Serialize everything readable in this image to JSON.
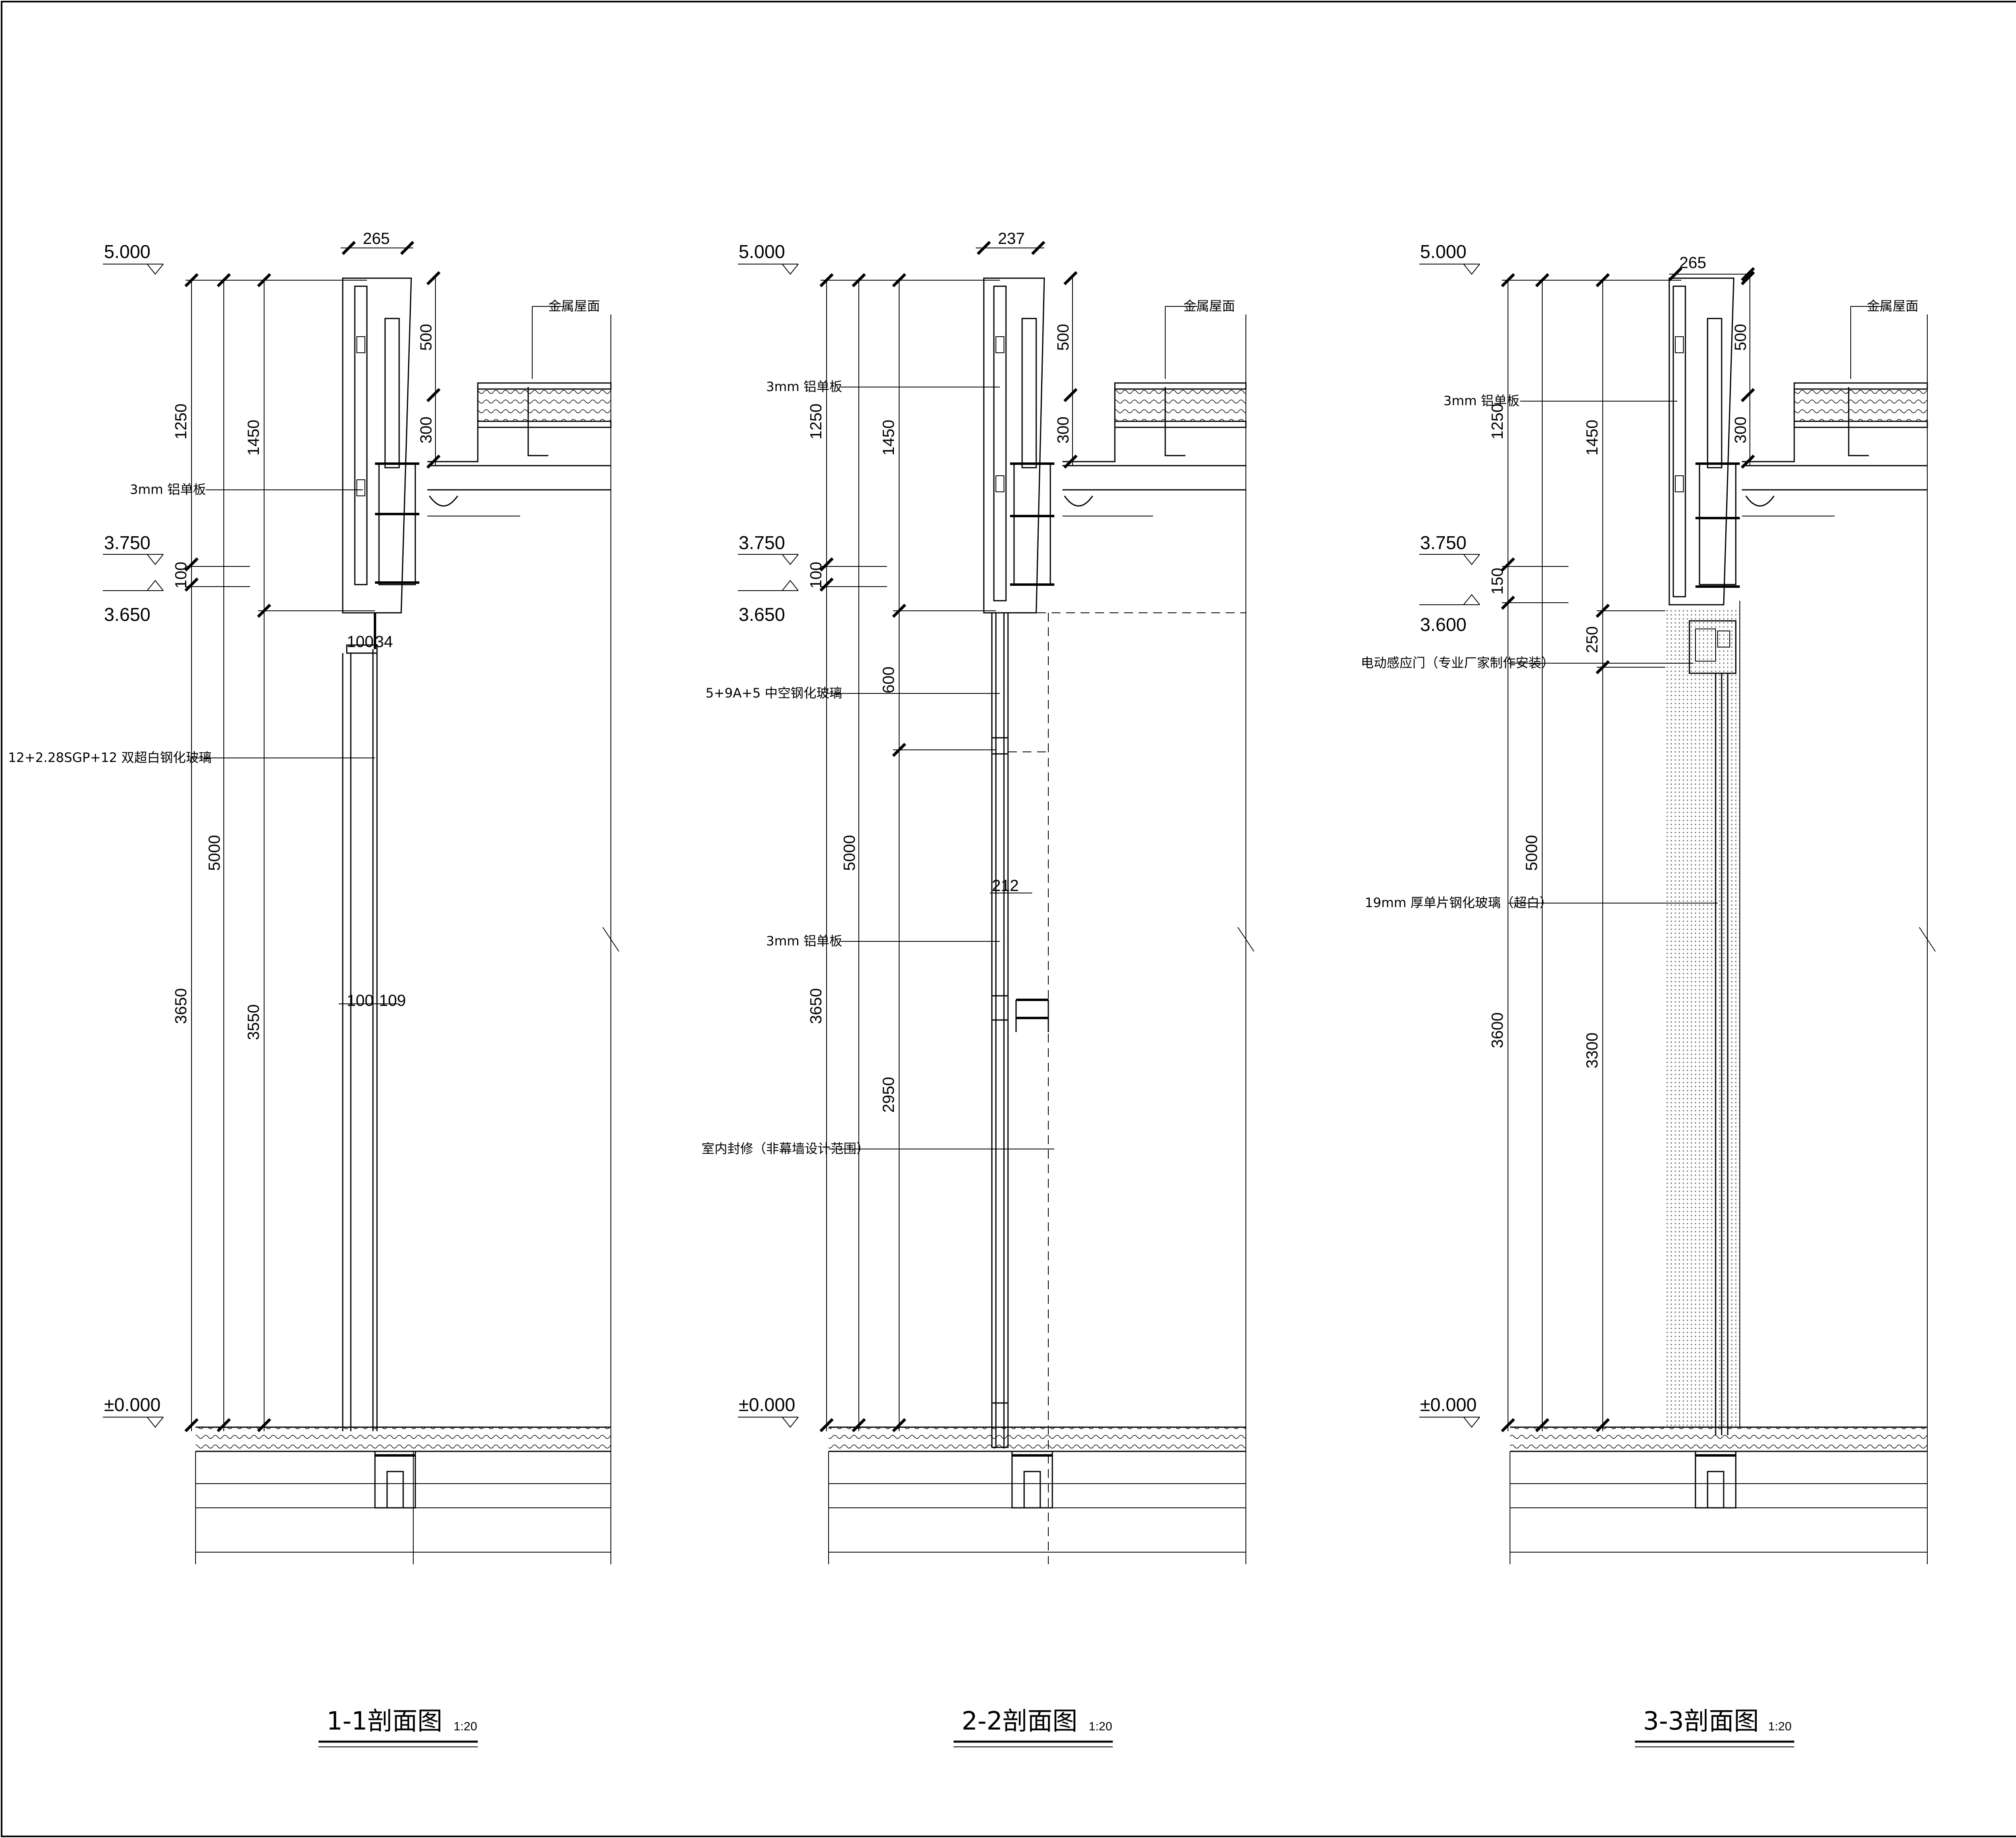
{
  "sections": [
    {
      "title": "1-1剖面图",
      "scale": "1:20",
      "elevations": [
        "5.000",
        "3.750",
        "3.650",
        "±0.000"
      ],
      "top_width": "265",
      "dims": [
        "500",
        "300",
        "1250",
        "1450",
        "100",
        "5000",
        "3650",
        "3550",
        "100",
        "34",
        "100",
        "109"
      ],
      "labels": [
        "金属屋面",
        "3mm 铝单板",
        "12+2.28SGP+12 双超白钢化玻璃"
      ]
    },
    {
      "title": "2-2剖面图",
      "scale": "1:20",
      "elevations": [
        "5.000",
        "3.750",
        "3.650",
        "±0.000"
      ],
      "top_width": "237",
      "dims": [
        "500",
        "300",
        "1250",
        "1450",
        "100",
        "600",
        "5000",
        "3650",
        "2950",
        "212"
      ],
      "labels": [
        "金属屋面",
        "3mm 铝单板",
        "5+9A+5 中空钢化玻璃",
        "3mm 铝单板",
        "室内封修（非幕墙设计范围）"
      ]
    },
    {
      "title": "3-3剖面图",
      "scale": "1:20",
      "elevations": [
        "5.000",
        "3.750",
        "3.600",
        "±0.000"
      ],
      "top_width": "265",
      "dims": [
        "500",
        "300",
        "1250",
        "1450",
        "150",
        "250",
        "5000",
        "3600",
        "3300"
      ],
      "labels": [
        "金属屋面",
        "3mm 铝单板",
        "电动感应门（专业厂家制作安装）",
        "19mm 厚单片钢化玻璃（超白）"
      ]
    }
  ]
}
